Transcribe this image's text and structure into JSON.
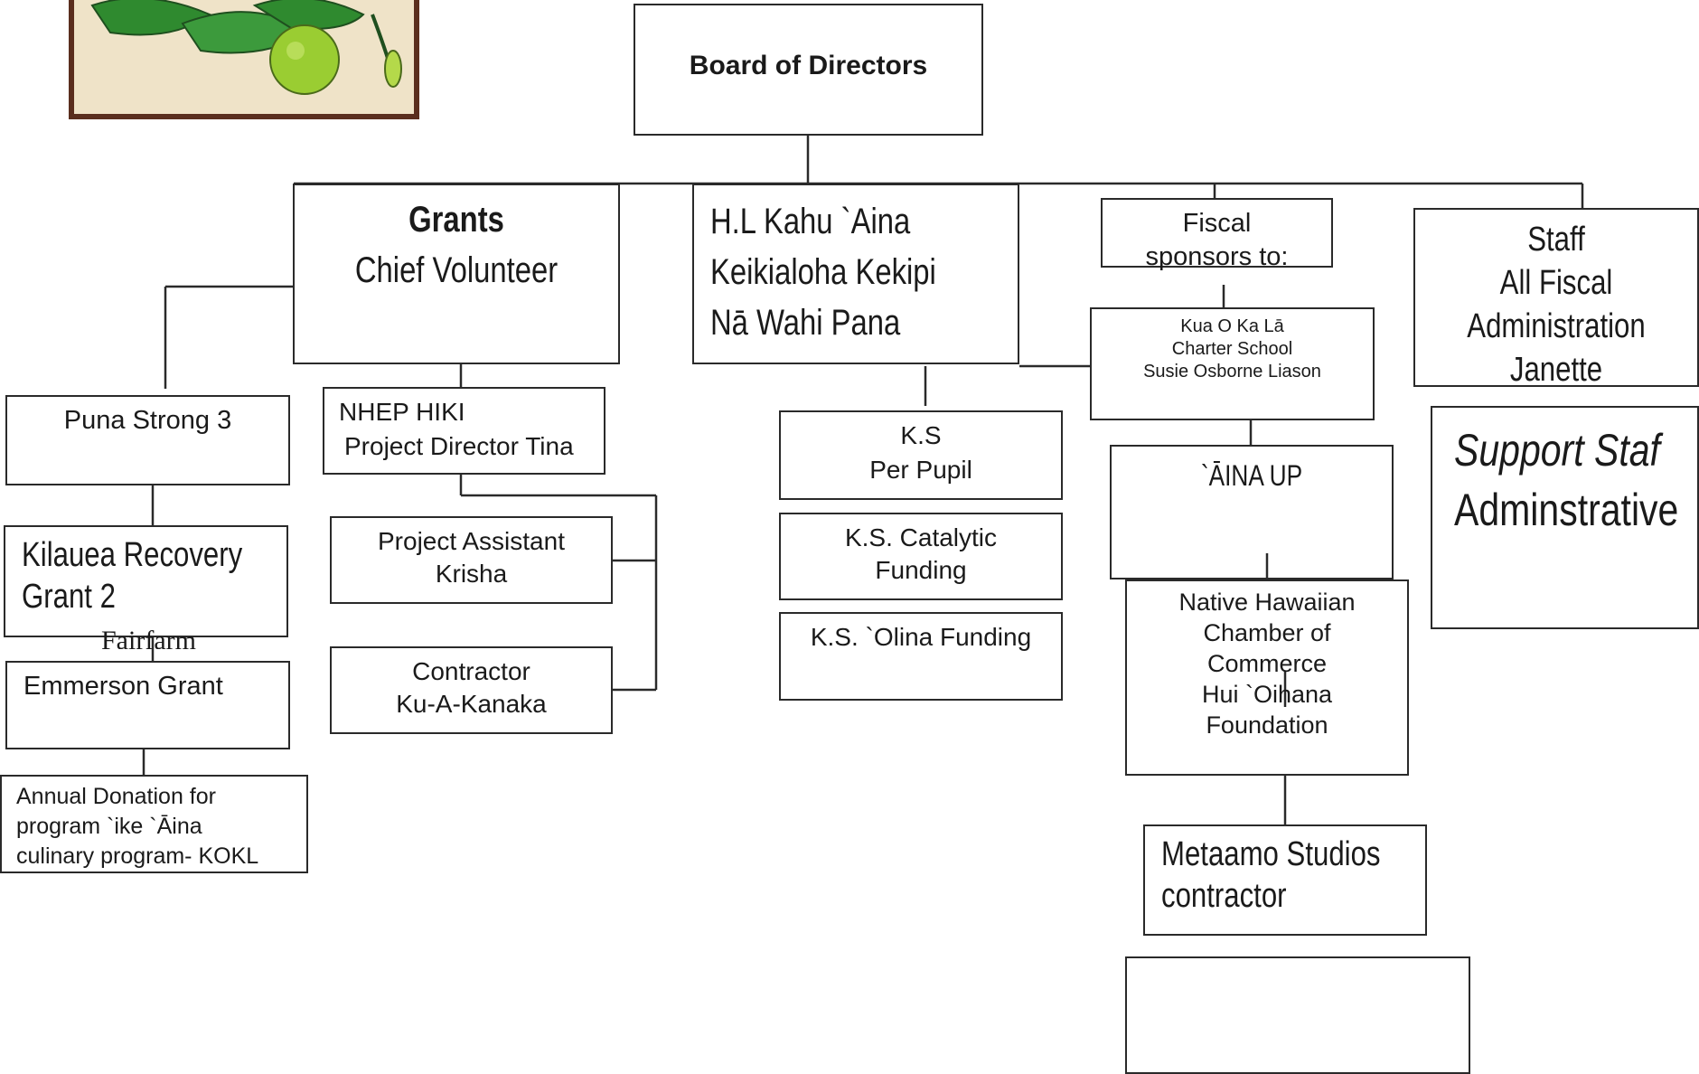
{
  "boxes": {
    "board": "Board of Directors",
    "grants_title": "Grants",
    "grants_sub": "Chief Volunteer",
    "hl_line1": "H.L Kahu `Aina",
    "hl_line2": "Keikialoha Kekipi",
    "hl_line3": "Nā Wahi Pana",
    "fiscal": "Fiscal sponsors to:",
    "kua_line1": "Kua O Ka Lā",
    "kua_line2": "Charter School",
    "kua_line3": "Susie Osborne Liason",
    "staff_line1": "Staff",
    "staff_line2": "All Fiscal",
    "staff_line3": "Administration",
    "staff_line4": "Janette",
    "support_line1": "Support Staf",
    "support_line2": "Adminstrative",
    "puna": "Puna Strong 3",
    "kilauea_line1": "Kilauea Recovery",
    "kilauea_line2": "Grant 2",
    "fairfarm": "Fairfarm",
    "emmerson": "Emmerson Grant",
    "annual_line1": "Annual Donation for",
    "annual_line2": "program `ike `Āina",
    "annual_line3": "culinary program- KOKL",
    "nhep_line1": "NHEP HIKI",
    "nhep_line2": "Project Director Tina",
    "assistant_line1": "Project Assistant",
    "assistant_line2": "Krisha",
    "contractor_line1": "Contractor",
    "contractor_line2": "Ku-A-Kanaka",
    "ks_line1": "K.S",
    "ks_line2": "Per Pupil",
    "ksc_line1": "K.S. Catalytic",
    "ksc_line2": "Funding",
    "kso": "K.S. `Olina Funding",
    "aina_up": "`ĀINA UP",
    "nhcc_line1": "Native Hawaiian",
    "nhcc_line2": "Chamber of",
    "nhcc_line3": "Commerce",
    "nhcc_line4": "Hui `Oihana",
    "nhcc_line5": "Foundation",
    "metaamo_line1": "Metaamo Studios",
    "metaamo_line2": "contractor"
  },
  "colors": {
    "frame": "#5a2e1e",
    "leaf": "#2f8a2f",
    "fruit": "#9acd32"
  }
}
